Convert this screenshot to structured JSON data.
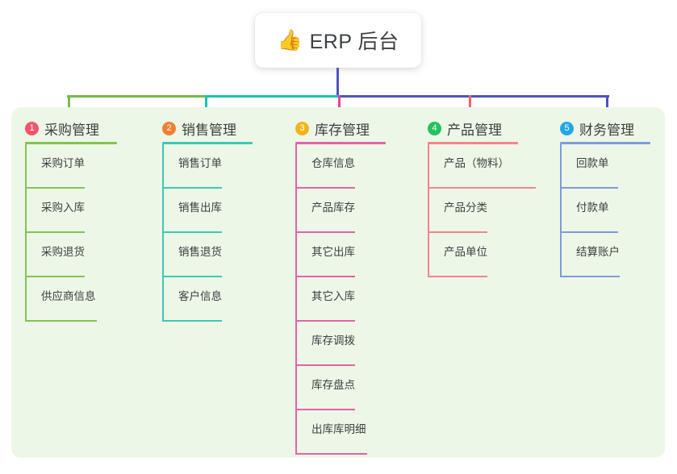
{
  "root": {
    "emoji": "👍",
    "emoji_name": "thumbs-up-icon",
    "title": "ERP 后台"
  },
  "colors": {
    "board_bg": "#edf7e7",
    "page_bg": "#ffffff",
    "text": "#3c4043",
    "connector_green": "#76bb48",
    "connector_teal": "#17c4ac",
    "connector_blue": "#4a55c0",
    "connector_pink": "#e8429b",
    "connector_red": "#f4626e"
  },
  "columns": [
    {
      "number": "1",
      "title": "采购管理",
      "badge_color": "#f4556a",
      "line_color": "#82c44f",
      "items": [
        "采购订单",
        "采购入库",
        "采购退货",
        "供应商信息"
      ]
    },
    {
      "number": "2",
      "title": "销售管理",
      "badge_color": "#f08030",
      "line_color": "#3cc8b4",
      "items": [
        "销售订单",
        "销售出库",
        "销售退货",
        "客户信息"
      ]
    },
    {
      "number": "3",
      "title": "库存管理",
      "badge_color": "#f2b31b",
      "line_color": "#e462a8",
      "items": [
        "仓库信息",
        "产品库存",
        "其它出库",
        "其它入库",
        "库存调拨",
        "库存盘点",
        "出库库明细"
      ]
    },
    {
      "number": "4",
      "title": "产品管理",
      "badge_color": "#22c35e",
      "line_color": "#f4848a",
      "items": [
        "产品（物料）",
        "产品分类",
        "产品单位"
      ]
    },
    {
      "number": "5",
      "title": "财务管理",
      "badge_color": "#22a7e8",
      "line_color": "#7e9bdb",
      "items": [
        "回款单",
        "付款单",
        "结算账户"
      ]
    }
  ]
}
